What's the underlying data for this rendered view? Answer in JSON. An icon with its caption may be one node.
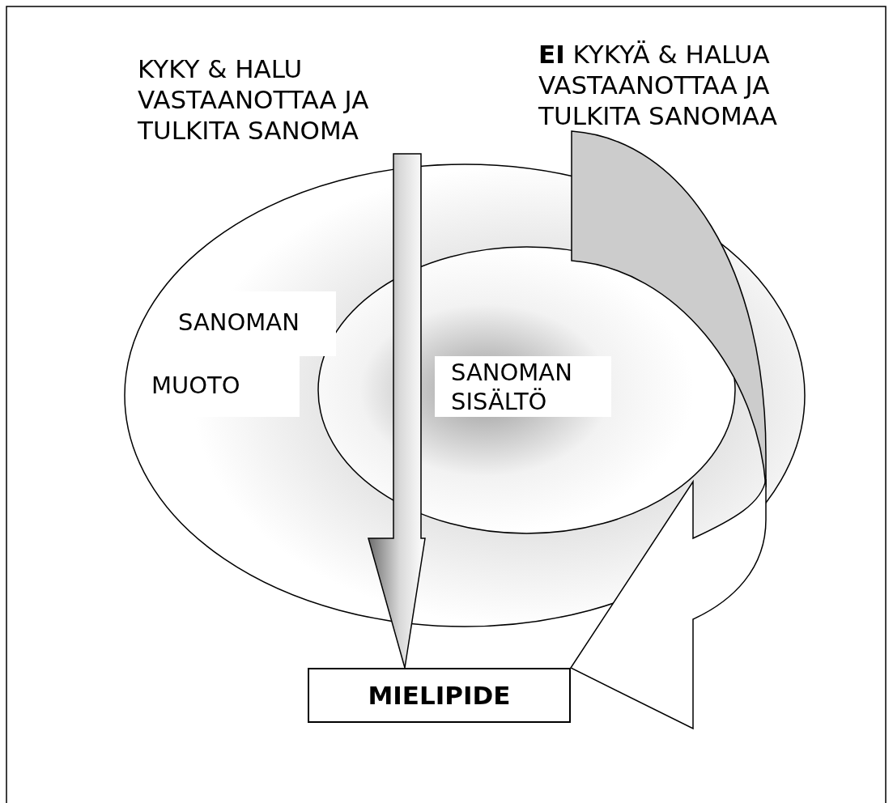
{
  "diagram": {
    "nodes": [
      {
        "text": [
          "SANOMAN",
          "MUOTO"
        ]
      },
      {
        "text": [
          "SANOMAN SISÄLTÖ"
        ],
        "in": 0
      },
      {
        "text": [
          "KYKY & HALU VASTAANOTTAA JA TULKITA SANOMA"
        ]
      },
      {
        "text": [
          "MIELIPIDE"
        ]
      },
      {
        "text": [
          "**EI** KYKYÄ & HALUA VASTAANOTTAA JA TULKITA SANOMAA"
        ]
      }
    ],
    "edges": [
      {
        "from": 2,
        "to": 3,
        "arrow": "to"
      },
      {
        "from": 4,
        "to": 3,
        "arrow": "to"
      }
    ]
  }
}
